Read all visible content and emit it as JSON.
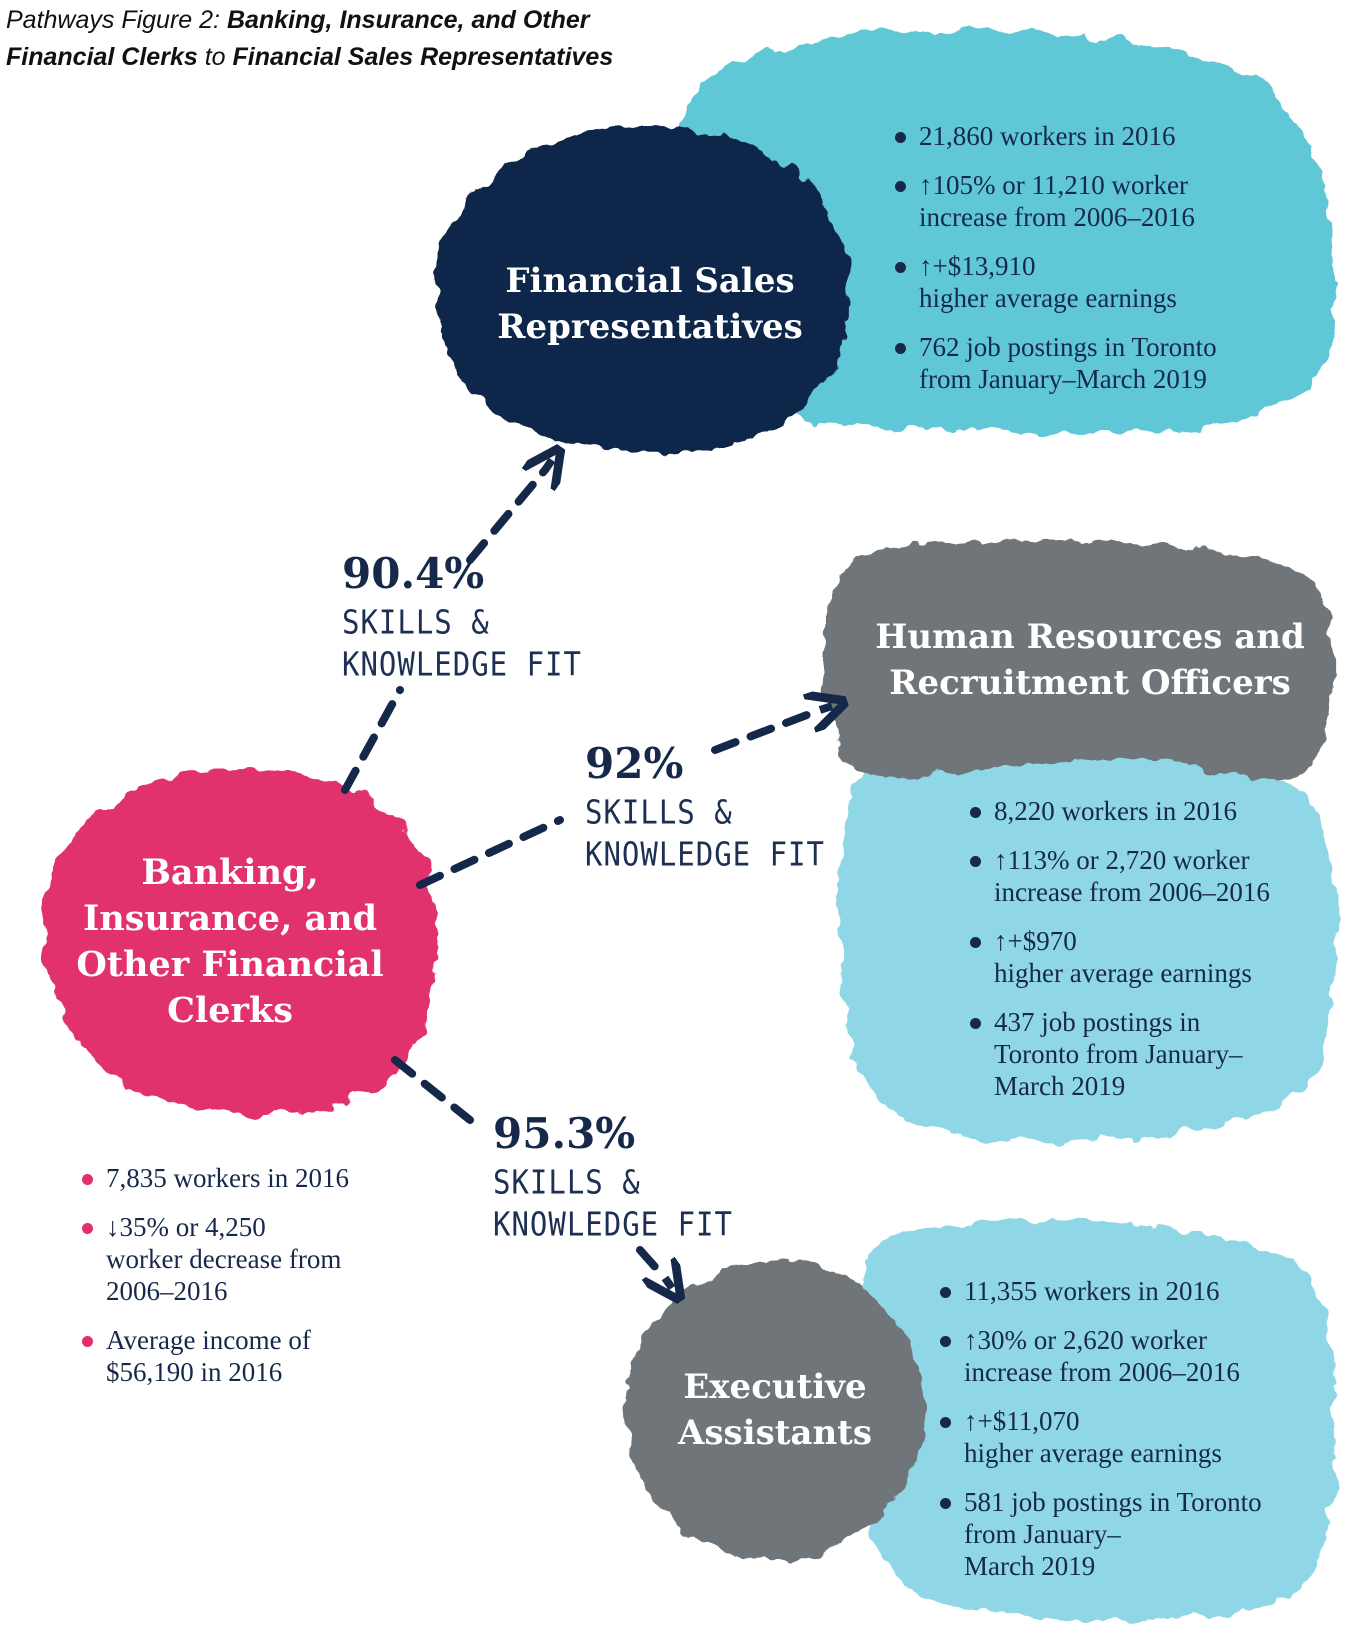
{
  "figure_title": {
    "prefix": "Pathways Figure 2: ",
    "source_occupation": "Banking, Insurance, and Other Financial Clerks",
    "connector": " to ",
    "target_occupation": "Financial Sales Representatives"
  },
  "colors": {
    "source": "#e2336d",
    "financial_sales": "#0f2748",
    "grey_node": "#6f7479",
    "light_blue": "#5fc7d6",
    "pale_blue": "#8fd6e6",
    "text_dark": "#17294a",
    "arrow": "#16284a"
  },
  "source_node": {
    "label_lines": [
      "Banking,",
      "Insurance, and",
      "Other Financial",
      "Clerks"
    ],
    "facts": [
      {
        "lines": [
          "7,835 workers in 2016"
        ]
      },
      {
        "lines": [
          "↓35% or 4,250",
          "worker decrease from",
          "2006–2016"
        ]
      },
      {
        "lines": [
          "Average income of",
          "$56,190 in 2016"
        ]
      }
    ]
  },
  "pathways": [
    {
      "id": "financial-sales",
      "fit_percent": "90.4%",
      "fit_label_lines": [
        "SKILLS &",
        "KNOWLEDGE FIT"
      ],
      "label_lines": [
        "Financial Sales",
        "Representatives"
      ],
      "facts": [
        {
          "lines": [
            "21,860 workers in 2016"
          ]
        },
        {
          "lines": [
            "↑105% or 11,210 worker",
            "increase from 2006–2016"
          ]
        },
        {
          "lines": [
            "↑+$13,910",
            "higher average earnings"
          ]
        },
        {
          "lines": [
            "762 job postings in Toronto",
            "from January–March 2019"
          ]
        }
      ]
    },
    {
      "id": "human-resources",
      "fit_percent": "92%",
      "fit_label_lines": [
        "SKILLS &",
        "KNOWLEDGE FIT"
      ],
      "label_lines": [
        "Human Resources and",
        "Recruitment Officers"
      ],
      "facts": [
        {
          "lines": [
            "8,220 workers in 2016"
          ]
        },
        {
          "lines": [
            "↑113% or 2,720 worker",
            "increase from 2006–2016"
          ]
        },
        {
          "lines": [
            "↑+$970",
            "higher average earnings"
          ]
        },
        {
          "lines": [
            "437 job postings in",
            "Toronto from January–",
            "March 2019"
          ]
        }
      ]
    },
    {
      "id": "executive-assistants",
      "fit_percent": "95.3%",
      "fit_label_lines": [
        "SKILLS &",
        "KNOWLEDGE FIT"
      ],
      "label_lines": [
        "Executive",
        "Assistants"
      ],
      "facts": [
        {
          "lines": [
            "11,355 workers in 2016"
          ]
        },
        {
          "lines": [
            "↑30% or 2,620 worker",
            "increase from 2006–2016"
          ]
        },
        {
          "lines": [
            "↑+$11,070",
            "higher average earnings"
          ]
        },
        {
          "lines": [
            "581 job postings in Toronto",
            "from January–",
            "March 2019"
          ]
        }
      ]
    }
  ]
}
